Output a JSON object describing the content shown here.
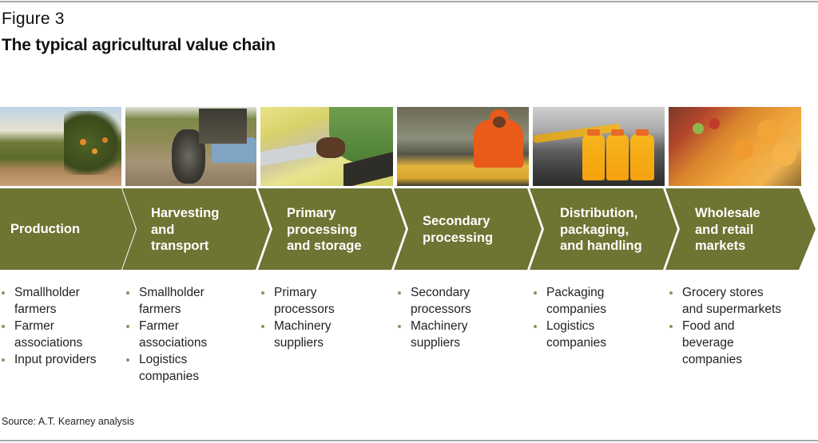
{
  "figure": {
    "label": "Figure 3",
    "title": "The typical agricultural value chain",
    "source": "Source: A.T. Kearney analysis"
  },
  "colors": {
    "chevron_fill": "#6e7432",
    "chevron_text": "#ffffff",
    "bullet": "#8a9560",
    "rules": "#a8a8a8"
  },
  "photos": [
    {
      "name": "orange-orchard-photo",
      "subject": "orange grove with sunburst"
    },
    {
      "name": "tractor-photo",
      "subject": "tractor harvesting in field"
    },
    {
      "name": "lemon-sorting-photo",
      "subject": "hands sorting lemons"
    },
    {
      "name": "processing-line-photo",
      "subject": "worker in orange overalls at citrus conveyor"
    },
    {
      "name": "juice-bottles-photo",
      "subject": "orange juice bottles on packaging line"
    },
    {
      "name": "fruit-market-photo",
      "subject": "oranges and apples at retail display"
    }
  ],
  "stages": [
    {
      "title": "Production",
      "items": [
        "Smallholder farmers",
        "Farmer associations",
        "Input providers"
      ]
    },
    {
      "title": "Harvesting and transport",
      "items": [
        "Smallholder farmers",
        "Farmer associations",
        "Logistics companies"
      ]
    },
    {
      "title": "Primary processing and storage",
      "items": [
        "Primary processors",
        "Machinery suppliers"
      ]
    },
    {
      "title": "Secondary processing",
      "items": [
        "Secondary processors",
        "Machinery suppliers"
      ]
    },
    {
      "title": "Distribution, packaging, and handling",
      "items": [
        "Packaging companies",
        "Logistics companies"
      ]
    },
    {
      "title": "Wholesale and retail markets",
      "items": [
        "Grocery stores and supermarkets",
        "Food and beverage companies"
      ]
    }
  ],
  "stage_title_lines": [
    [
      "Production"
    ],
    [
      "Harvesting",
      "and",
      "transport"
    ],
    [
      "Primary",
      "processing",
      "and storage"
    ],
    [
      "Secondary",
      "processing"
    ],
    [
      "Distribution,",
      "packaging,",
      "and handling"
    ],
    [
      "Wholesale",
      "and retail",
      "markets"
    ]
  ],
  "item_lines": [
    [
      [
        "Smallholder",
        "farmers"
      ],
      [
        "Farmer",
        "associations"
      ],
      [
        "Input providers"
      ]
    ],
    [
      [
        "Smallholder",
        "farmers"
      ],
      [
        "Farmer",
        "associations"
      ],
      [
        "Logistics",
        "companies"
      ]
    ],
    [
      [
        "Primary",
        "processors"
      ],
      [
        "Machinery",
        "suppliers"
      ]
    ],
    [
      [
        "Secondary",
        "processors"
      ],
      [
        "Machinery",
        "suppliers"
      ]
    ],
    [
      [
        "Packaging",
        "companies"
      ],
      [
        "Logistics",
        "companies"
      ]
    ],
    [
      [
        "Grocery stores",
        "and supermarkets"
      ],
      [
        "Food and",
        "beverage",
        "companies"
      ]
    ]
  ]
}
